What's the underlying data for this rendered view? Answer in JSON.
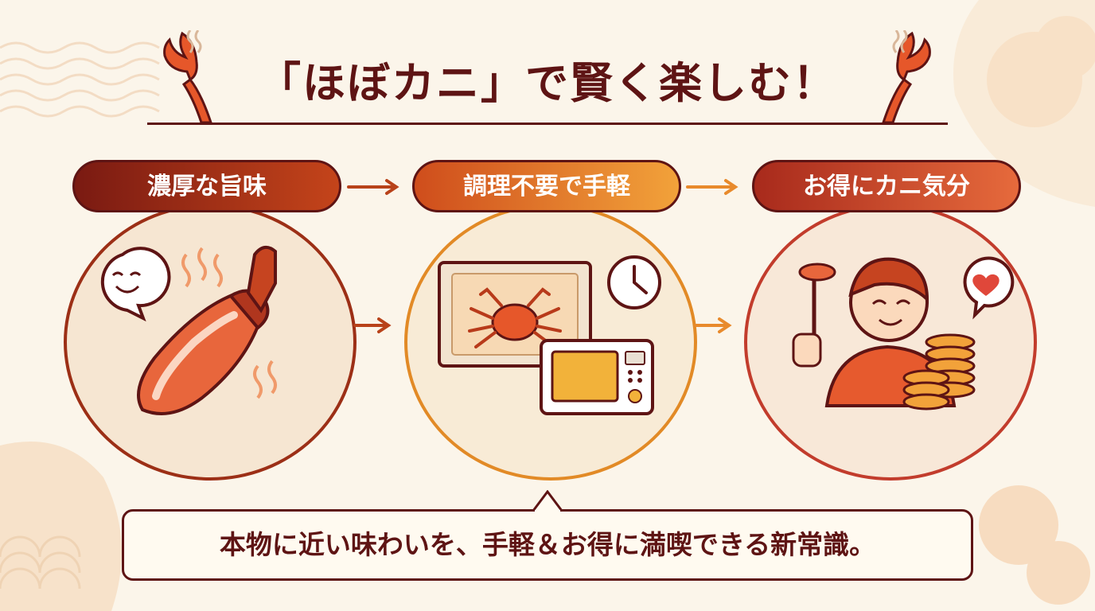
{
  "title": "「ほぼカニ」で賢く楽しむ！",
  "steps": [
    {
      "label": "濃厚な旨味",
      "icon": "crab-leg-icon"
    },
    {
      "label": "調理不要で手軽",
      "icon": "microwave-icon"
    },
    {
      "label": "お得にカニ気分",
      "icon": "happy-person-icon"
    }
  ],
  "summary": "本物に近い味わいを、手軽＆お得に満喫できる新常識。",
  "colors": {
    "primary": "#5e1414",
    "accent_orange": "#e8862a",
    "accent_red": "#c0392b",
    "background": "#fbf5ea"
  }
}
